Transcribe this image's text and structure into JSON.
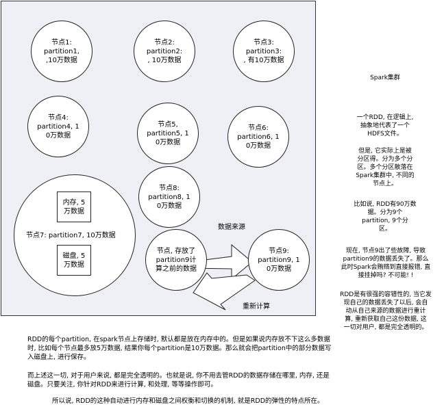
{
  "diagram": {
    "nodes": {
      "n1": "节点1:\npartition1,\n,10万数据",
      "n2": "节点2:\npartition2:\n, 10万数据",
      "n3": "节点3:\npartition3:\n, 有10万数据",
      "n4": "节点4:\npartition4, 1\n0万数据",
      "n5": "节点5,\npartition5, 1\n0万数据",
      "n6": "节点6:\npartition6, 1\n0万数据",
      "n7": "节点7: partition7, 10万数据",
      "n8": "节点8:\npartition8, 1\n0万数据",
      "n_backup": "节点, 存放了\npartition9计\n算之前的数据",
      "n9": "节点9:\npartition9, 1\n0万数据"
    },
    "memory_box": "内存, 5\n万数据",
    "disk_box": "磁盘, 5\n万数据",
    "data_source_label": "数据来源",
    "recompute_label": "重新计算"
  },
  "sidebar": {
    "title": "Spark集群",
    "p1": "一个RDD, 在逻辑上,\n抽象地代表了一个\nHDFS文件。",
    "p2": "但是, 它实际上是被\n分区得。分为多个分\n区。多个分区散落在\nSpark集群中, 不同的\n节点上。",
    "p3": "比如说, RDD有90万数\n据。分为9个\npartition, 9个分\n区。",
    "p4": "现在, 节点9出了些故障, 导致\npartition9的数据丢失了。那么\n此时Spark会贿赂到直接报错, 直\n接挂掉吗? 不可能! !",
    "p5": "RDD是有很强的容错性的, 当它发\n现自己的数据丢失了以后, 会自\n动从自己来源的数据进行重计\n算, 重新获取自己这份数据, 这\n一切对用户, 都是完全透明的。"
  },
  "bottom": {
    "p1": "RDD的每个partition, 在spark节点上存储时, 默认都是放在内存中的。但是如果说内存放不下这么多数据\n时, 比如每个节点最多放5万数据, 结果你每个partition是10万数据。那么就会把partition中的部分数据写\n入磁盘上, 进行保存。",
    "p2": "而上述这一切, 对于用户来说, 都是完全透明的。也就是说, 你不用去管RDD的数据存储在哪里, 内存, 还是\n磁盘。只要关注, 你针对RDD来进行计算, 和处理, 等等操作即可。",
    "p3": "所以说, RDD的这种自动进行内存和磁盘之间权衡和切换的机制, 就是RDD的弹性的特点所在。"
  }
}
